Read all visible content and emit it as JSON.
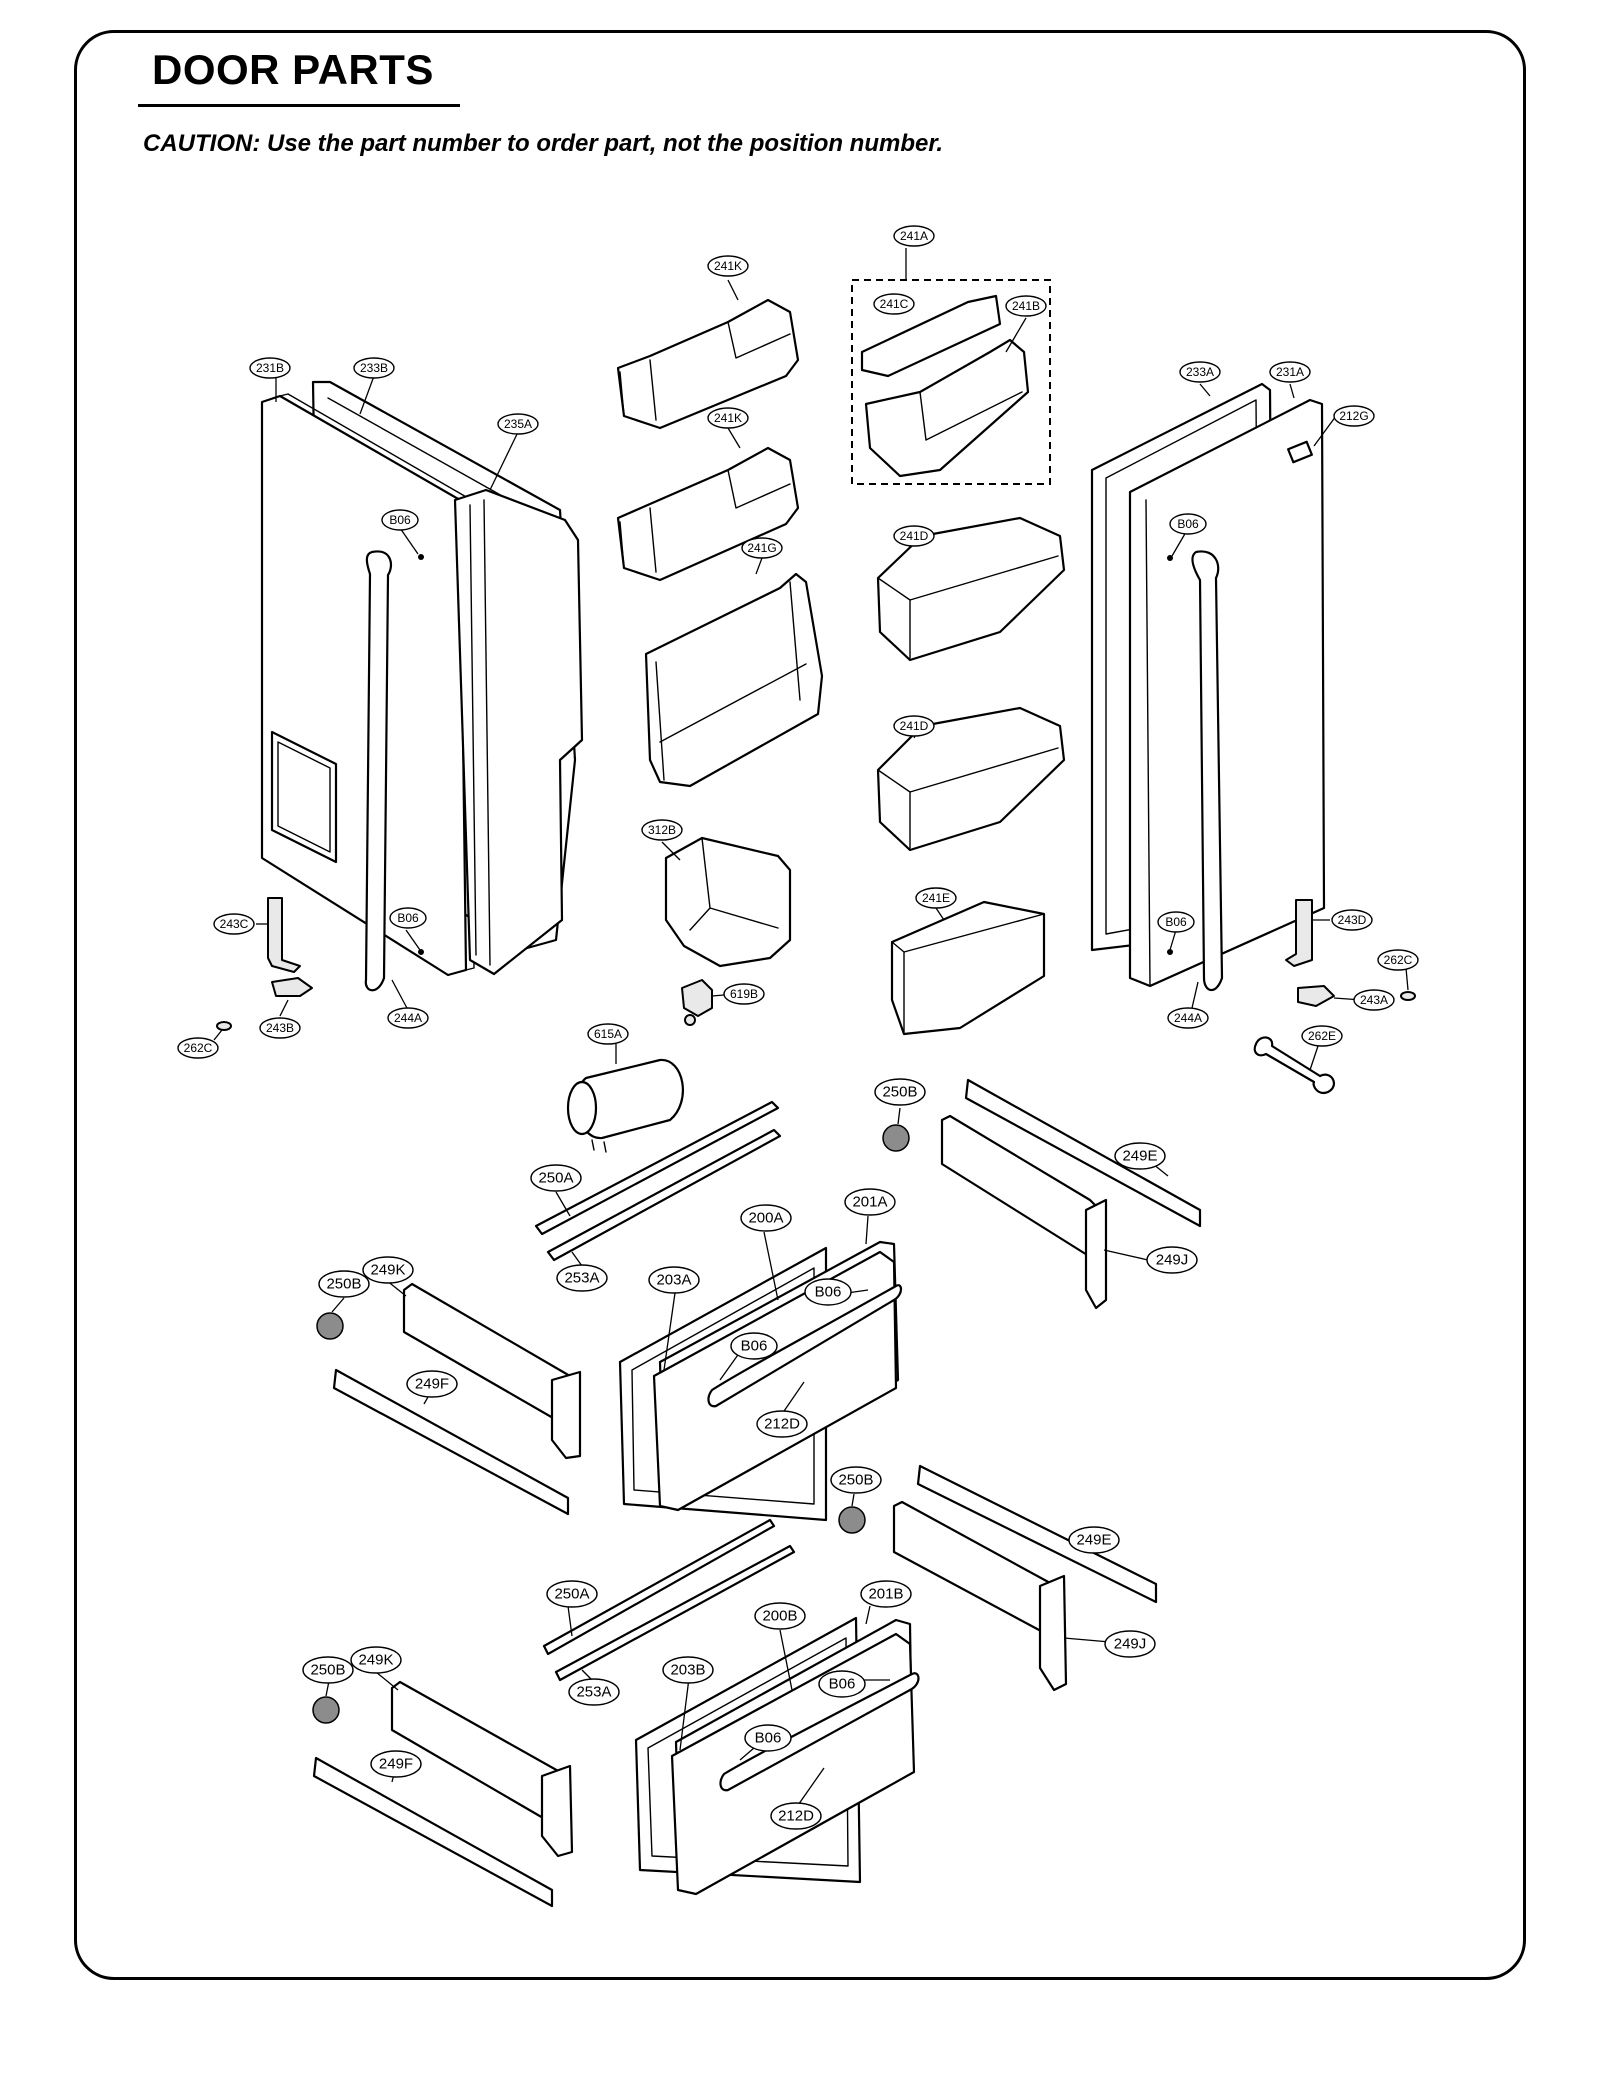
{
  "header": {
    "title": "DOOR PARTS",
    "caution": "CAUTION: Use the part number to order part, not the position number."
  },
  "callouts": {
    "c231B": "231B",
    "c233B": "233B",
    "c235A": "235A",
    "c241K_top": "241K",
    "c241K_mid": "241K",
    "c241A": "241A",
    "c241C": "241C",
    "c241B": "241B",
    "c233A": "233A",
    "c231A": "231A",
    "c212G": "212G",
    "c241G": "241G",
    "c241D_top": "241D",
    "c241D_bot": "241D",
    "cB06_lt": "B06",
    "cB06_lb": "B06",
    "cB06_rt": "B06",
    "cB06_rb": "B06",
    "c312B": "312B",
    "c241E": "241E",
    "c243C": "243C",
    "c243D": "243D",
    "c262C_r": "262C",
    "c243A": "243A",
    "c244A_r": "244A",
    "c262E": "262E",
    "c243B": "243B",
    "c244A_l": "244A",
    "c262C_l": "262C",
    "c619B": "619B",
    "c615A": "615A",
    "c250B_1": "250B",
    "c249E_1": "249E",
    "c250A_1": "250A",
    "c200A": "200A",
    "c201A": "201A",
    "c249J_1": "249J",
    "c253A_1": "253A",
    "c203A": "203A",
    "cB06_d1a": "B06",
    "c249K_1": "249K",
    "c250B_2": "250B",
    "cB06_d1b": "B06",
    "c249F_1": "249F",
    "c212D_1": "212D",
    "c250B_3": "250B",
    "c249E_2": "249E",
    "c250A_2": "250A",
    "c201B": "201B",
    "c200B": "200B",
    "c249J_2": "249J",
    "c253A_2": "253A",
    "c203B": "203B",
    "cB06_d2a": "B06",
    "c249K_2": "249K",
    "c250B_4": "250B",
    "cB06_d2b": "B06",
    "c249F_2": "249F",
    "c212D_2": "212D"
  }
}
